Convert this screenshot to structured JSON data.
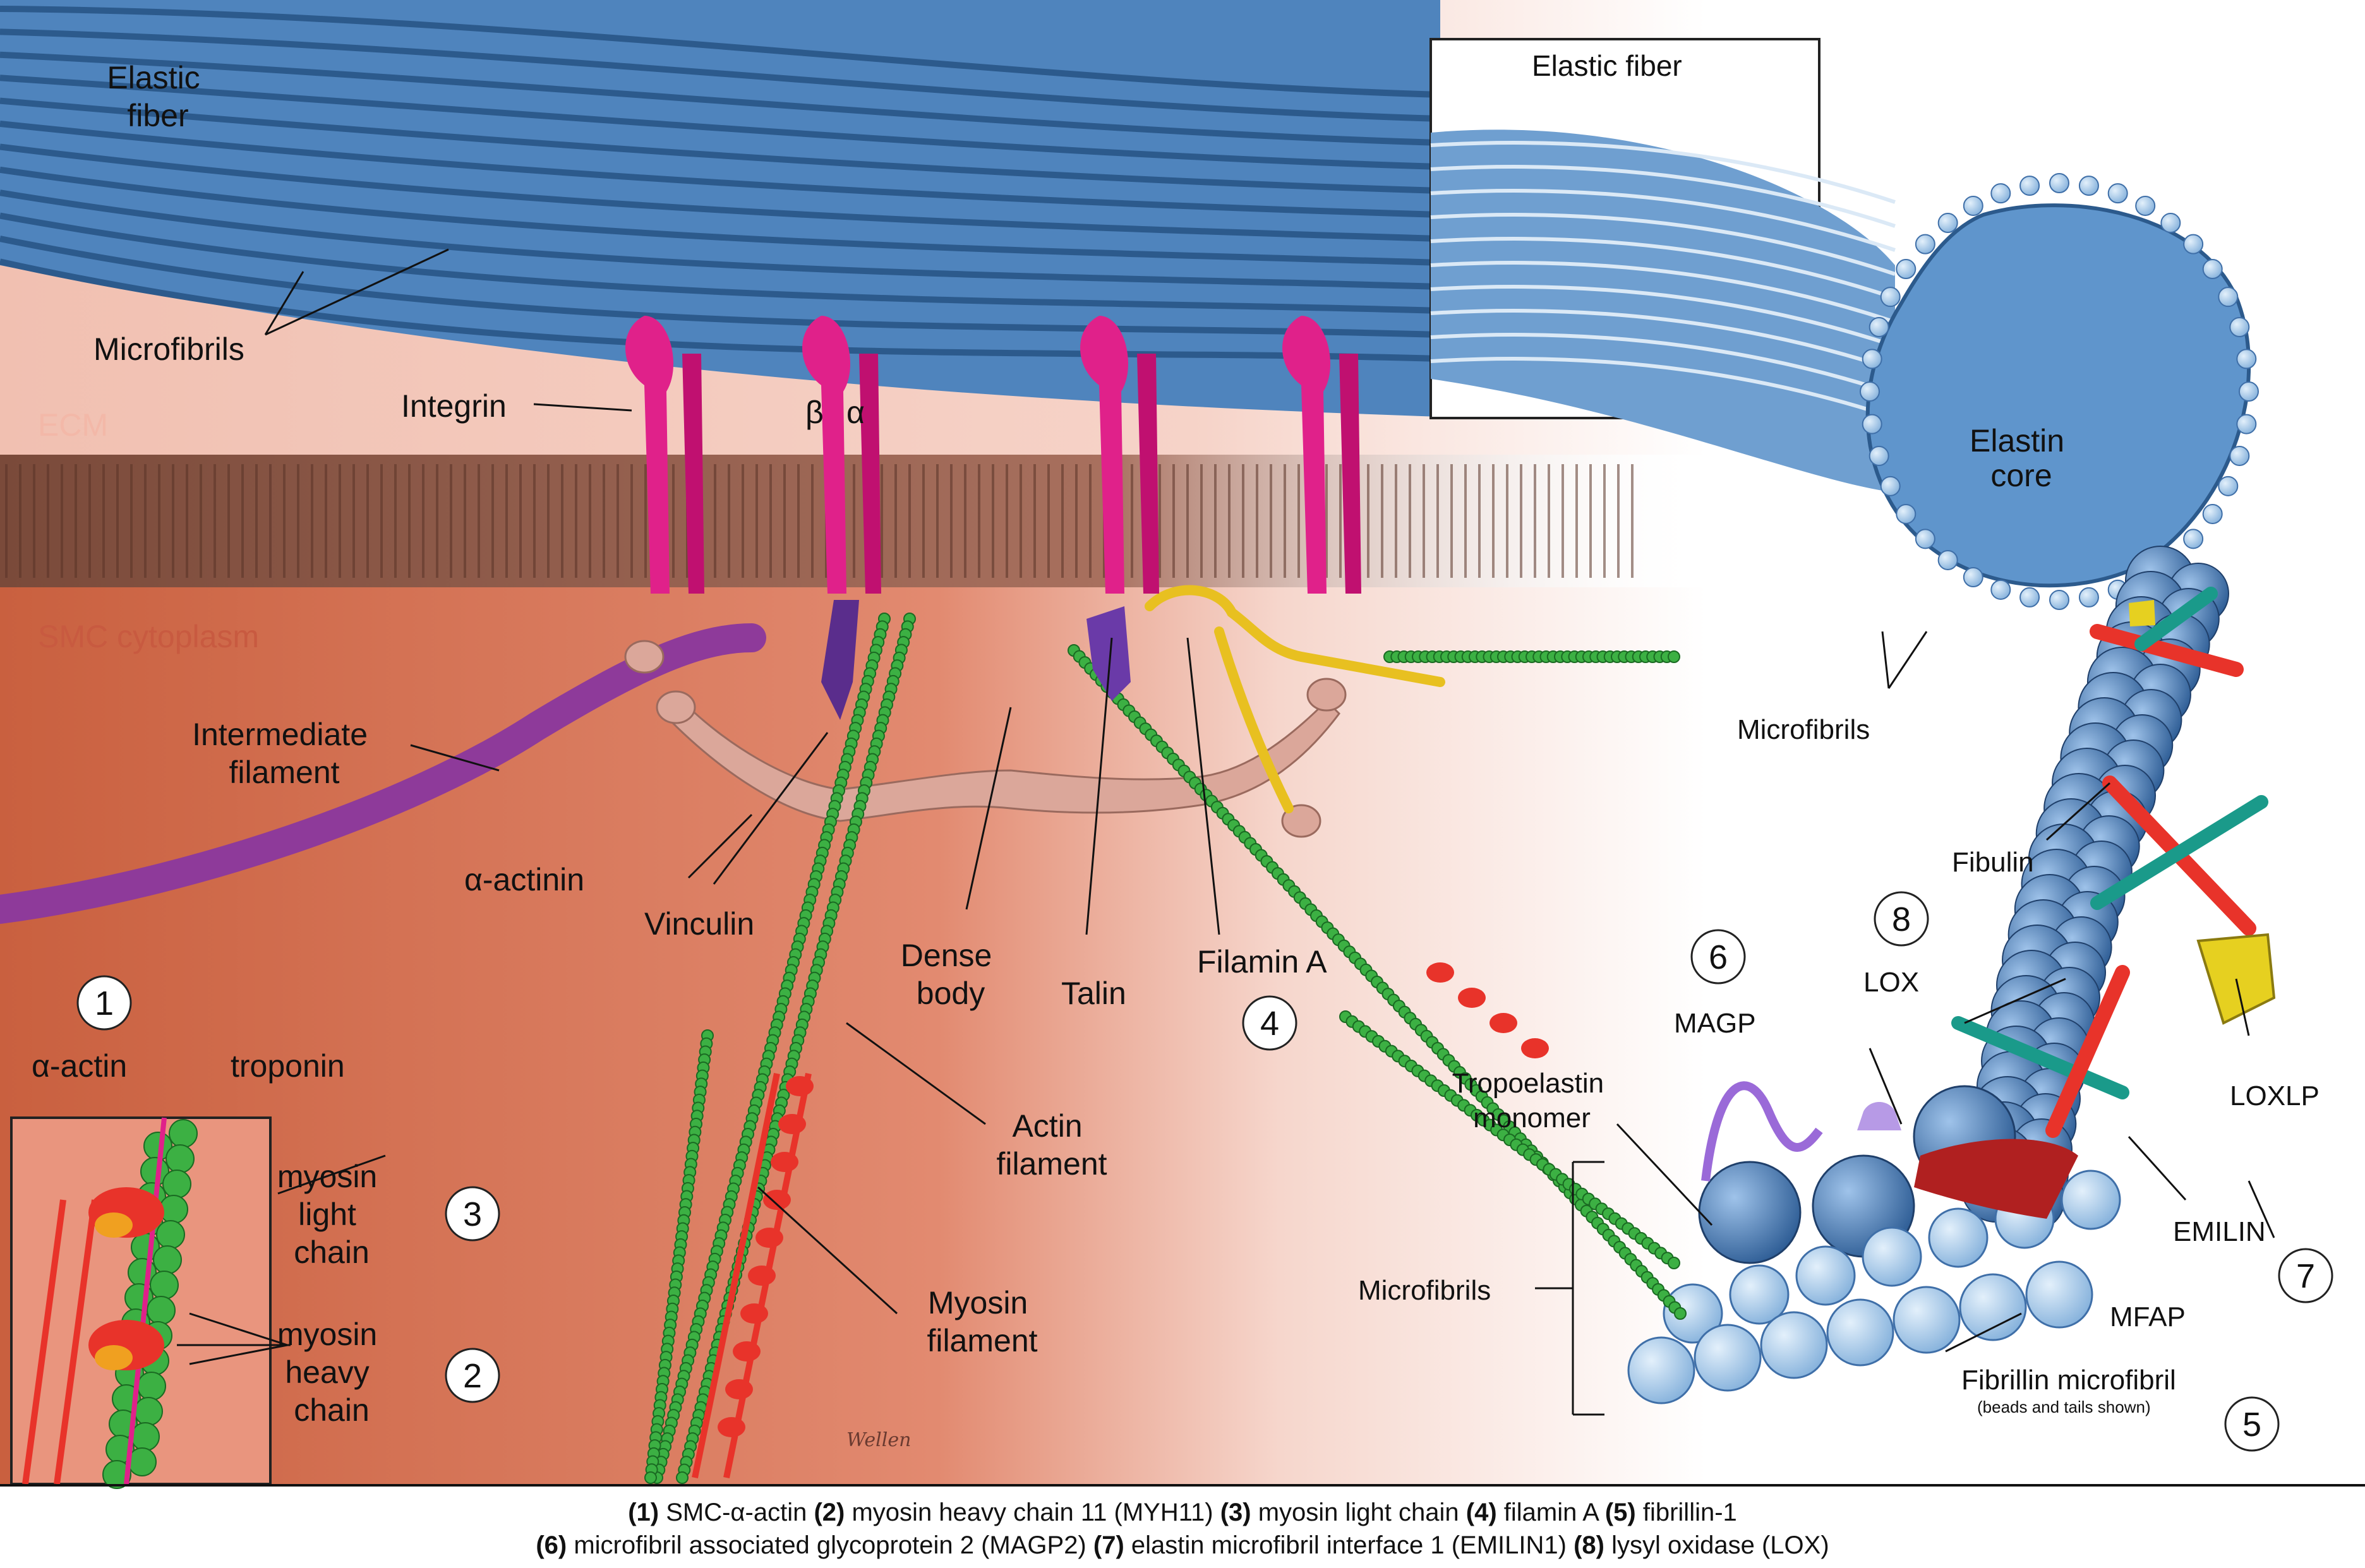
{
  "labels": {
    "elastic_fiber_top": [
      "Elastic",
      "fiber"
    ],
    "microfibrils_top": "Microfibrils",
    "ecm": "ECM",
    "integrin": "Integrin",
    "beta": "β",
    "alpha": "α",
    "smc_cytoplasm": "SMC cytoplasm",
    "intermediate_filament": [
      "Intermediate",
      "filament"
    ],
    "alpha_actinin": "α-actinin",
    "vinculin": "Vinculin",
    "dense_body": [
      "Dense",
      "body"
    ],
    "talin": "Talin",
    "filamin_a": "Filamin A",
    "alpha_actin": "α-actin",
    "troponin": "troponin",
    "myosin_light_chain": [
      "myosin",
      "light",
      "chain"
    ],
    "myosin_heavy_chain": [
      "myosin",
      "heavy",
      "chain"
    ],
    "actin_filament": [
      "Actin",
      "filament"
    ],
    "myosin_filament": [
      "Myosin",
      "filament"
    ],
    "tropoelastin_monomer": [
      "Tropoelastin",
      "monomer"
    ],
    "microfibrils_bottom": "Microfibrils",
    "elastic_fiber_inset": "Elastic fiber",
    "elastin_core": [
      "Elastin",
      "core"
    ],
    "microfibrils_inset": "Microfibrils",
    "fibulin": "Fibulin",
    "lox": "LOX",
    "magp": "MAGP",
    "loxlp": "LOXLP",
    "emilin": "EMILIN",
    "mfap": "MFAP",
    "fibrillin_microfibril": "Fibrillin microfibril",
    "beads_tails": "(beads and tails shown)",
    "signature": "Wellen"
  },
  "numbers": {
    "n1": "1",
    "n2": "2",
    "n3": "3",
    "n4": "4",
    "n5": "5",
    "n6": "6",
    "n7": "7",
    "n8": "8"
  },
  "caption": {
    "line1": [
      {
        "num": "(1)",
        "text": " SMC-α-actin  "
      },
      {
        "num": "(2)",
        "text": " myosin heavy chain 11 (MYH11)  "
      },
      {
        "num": "(3)",
        "text": " myosin light chain  "
      },
      {
        "num": "(4)",
        "text": " filamin A  "
      },
      {
        "num": "(5)",
        "text": " fibrillin-1"
      }
    ],
    "line2": [
      {
        "num": "(6)",
        "text": " microfibril associated glycoprotein 2 (MAGP2)  "
      },
      {
        "num": "(7)",
        "text": " elastin microfibril interface 1 (EMILIN1)  "
      },
      {
        "num": "(8)",
        "text": " lysyl oxidase (LOX)"
      }
    ]
  },
  "colors": {
    "elastic_fiber": "#5b8fc4",
    "ecm": "#f2c4b6",
    "membrane": "#8a5a4a",
    "cytoplasm": "#d9775c",
    "integrin": "#e0218a",
    "intermediate_filament": "#8e3a9a",
    "actin": "#3cb043",
    "myosin": "#e8332a",
    "dense_body": "#d9a59a",
    "filamin": "#e8c020",
    "lox_bar": "#1a9a8a",
    "microfibril_bead": "#3f6fa8"
  }
}
